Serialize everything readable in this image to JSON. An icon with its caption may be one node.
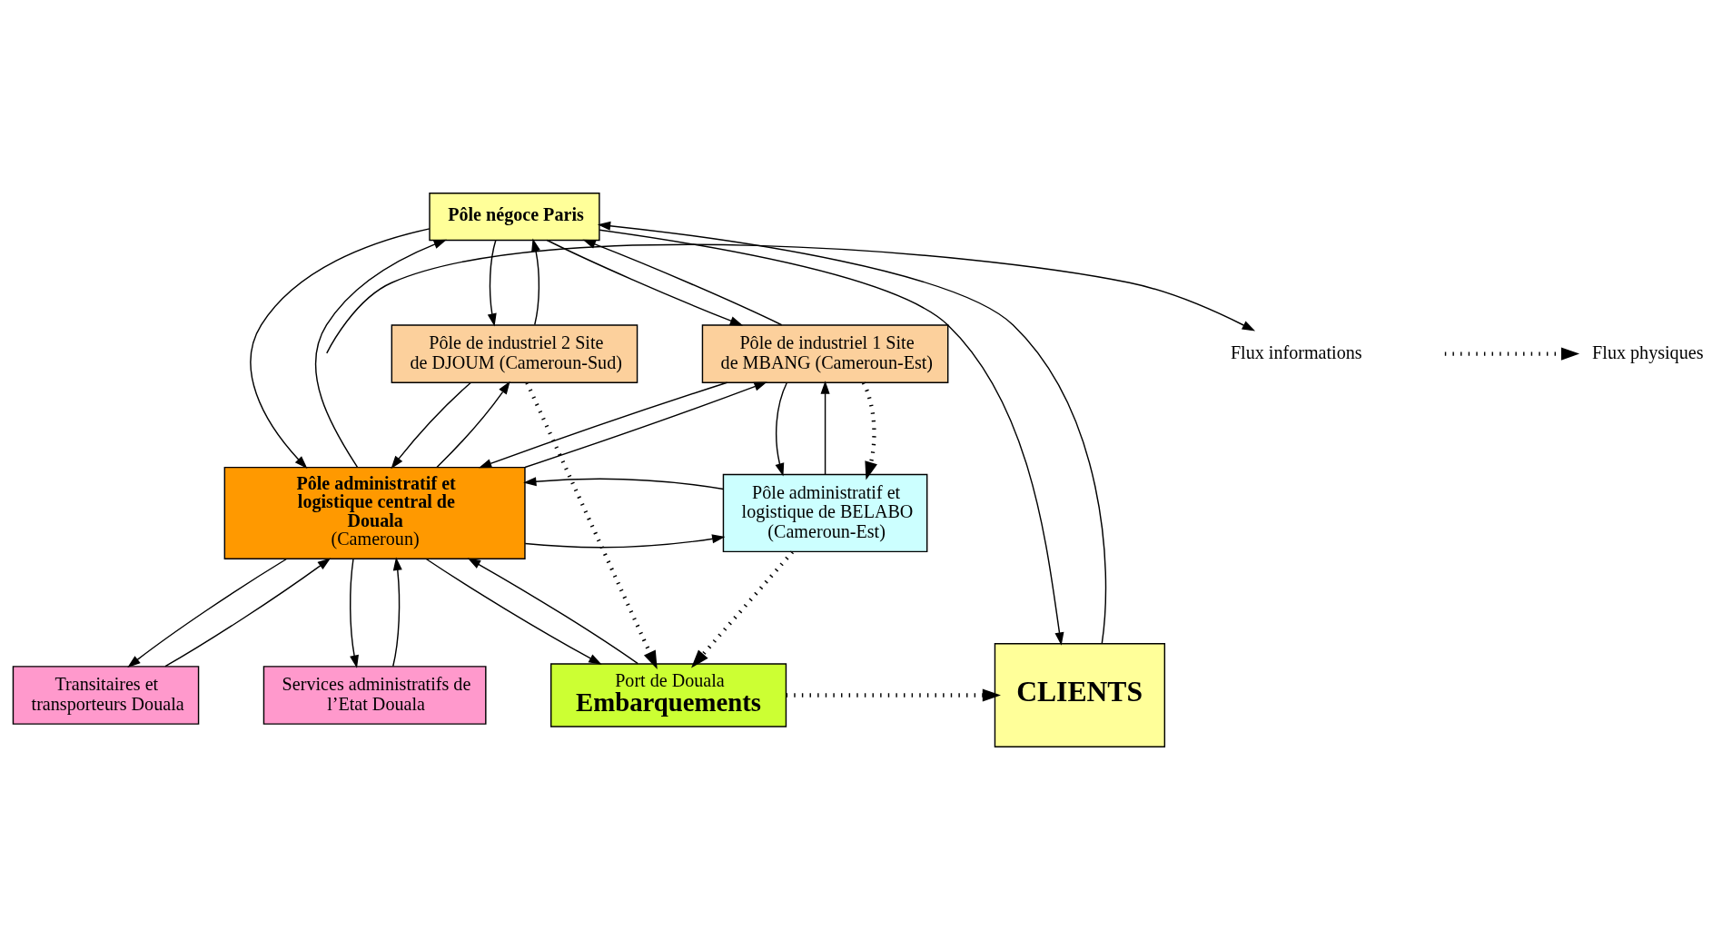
{
  "diagram": {
    "nodes": [
      {
        "text": [
          "Pôle négoce Paris"
        ]
      },
      {
        "text": [
          "Pôle de industriel 2 Site de DJOUM (Cameroun-Sud)"
        ]
      },
      {
        "text": [
          "Pôle de industriel 1 Site de MBANG (Cameroun-Est)"
        ]
      },
      {
        "text": [
          "Pôle administratif et logistique central de Douala",
          "(Cameroun)"
        ]
      },
      {
        "text": [
          "Pôle administratif et logistique de BELABO (Cameroun-Est)"
        ]
      },
      {
        "text": [
          "Transitaires et transporteurs Douala"
        ]
      },
      {
        "text": [
          "Services administratifs de l’Etat Douala"
        ]
      },
      {
        "text": [
          "Port de Douala",
          "Embarquements"
        ]
      },
      {
        "text": [
          "CLIENTS"
        ]
      }
    ],
    "edges": [
      {
        "from": 0,
        "to": 1,
        "arrow": "to"
      },
      {
        "from": 1,
        "to": 0,
        "arrow": "to"
      },
      {
        "from": 0,
        "to": 2,
        "arrow": "to"
      },
      {
        "from": 2,
        "to": 0,
        "arrow": "to"
      },
      {
        "from": 0,
        "to": 3,
        "arrow": "to"
      },
      {
        "from": 3,
        "to": 0,
        "arrow": "to"
      },
      {
        "from": 0,
        "to": 8,
        "arrow": "to"
      },
      {
        "from": 8,
        "to": 0,
        "arrow": "to"
      },
      {
        "from": 1,
        "to": 3,
        "arrow": "to"
      },
      {
        "from": 3,
        "to": 1,
        "arrow": "to"
      },
      {
        "from": 3,
        "to": 2,
        "arrow": "to"
      },
      {
        "from": 2,
        "to": 3,
        "arrow": "to"
      },
      {
        "from": 3,
        "to": 4,
        "arrow": "to"
      },
      {
        "from": 4,
        "to": 3,
        "arrow": "to"
      },
      {
        "from": 4,
        "to": 2,
        "arrow": "to"
      },
      {
        "from": 2,
        "to": 4,
        "arrow": "to"
      },
      {
        "from": 2,
        "to": 4,
        "arrow": "to",
        "style": "dashed"
      },
      {
        "from": 3,
        "to": 5,
        "arrow": "to"
      },
      {
        "from": 5,
        "to": 3,
        "arrow": "to"
      },
      {
        "from": 3,
        "to": 6,
        "arrow": "to"
      },
      {
        "from": 6,
        "to": 3,
        "arrow": "to"
      },
      {
        "from": 7,
        "to": 3,
        "arrow": "to"
      },
      {
        "from": 3,
        "to": 7,
        "arrow": "to"
      },
      {
        "from": 1,
        "to": 7,
        "arrow": "to",
        "style": "dashed"
      },
      {
        "from": 4,
        "to": 7,
        "arrow": "to",
        "style": "dashed"
      },
      {
        "from": 7,
        "to": 8,
        "arrow": "to",
        "style": "dashed"
      }
    ],
    "legend": [
      {
        "text": "Flux informations"
      },
      {
        "text": "Flux physiques"
      }
    ]
  }
}
